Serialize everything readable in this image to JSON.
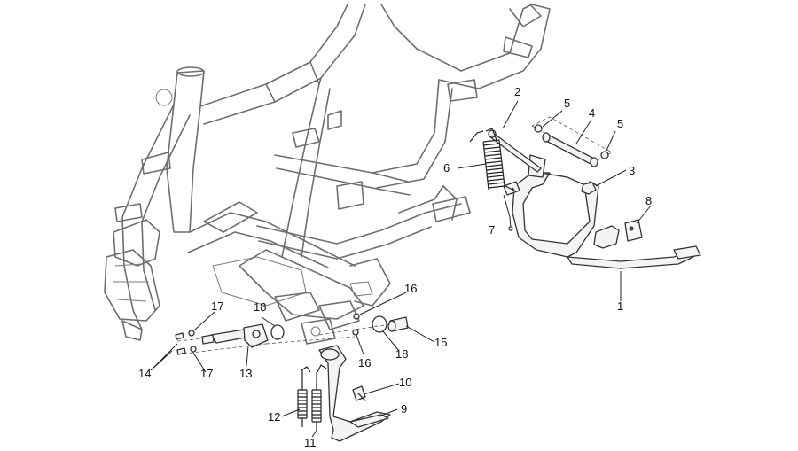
{
  "callouts": {
    "c1": "1",
    "c2": "2",
    "c3": "3",
    "c4": "4",
    "c5a": "5",
    "c5b": "5",
    "c6": "6",
    "c7": "7",
    "c8": "8",
    "c9": "9",
    "c10": "10",
    "c11": "11",
    "c12": "12",
    "c13": "13",
    "c14": "14",
    "c15": "15",
    "c16a": "16",
    "c16b": "16",
    "c17a": "17",
    "c17b": "17",
    "c18a": "18",
    "c18b": "18"
  },
  "colors": {
    "frame_outline": "#6e6e6e",
    "part_outline": "#333333",
    "background": "#ffffff"
  }
}
